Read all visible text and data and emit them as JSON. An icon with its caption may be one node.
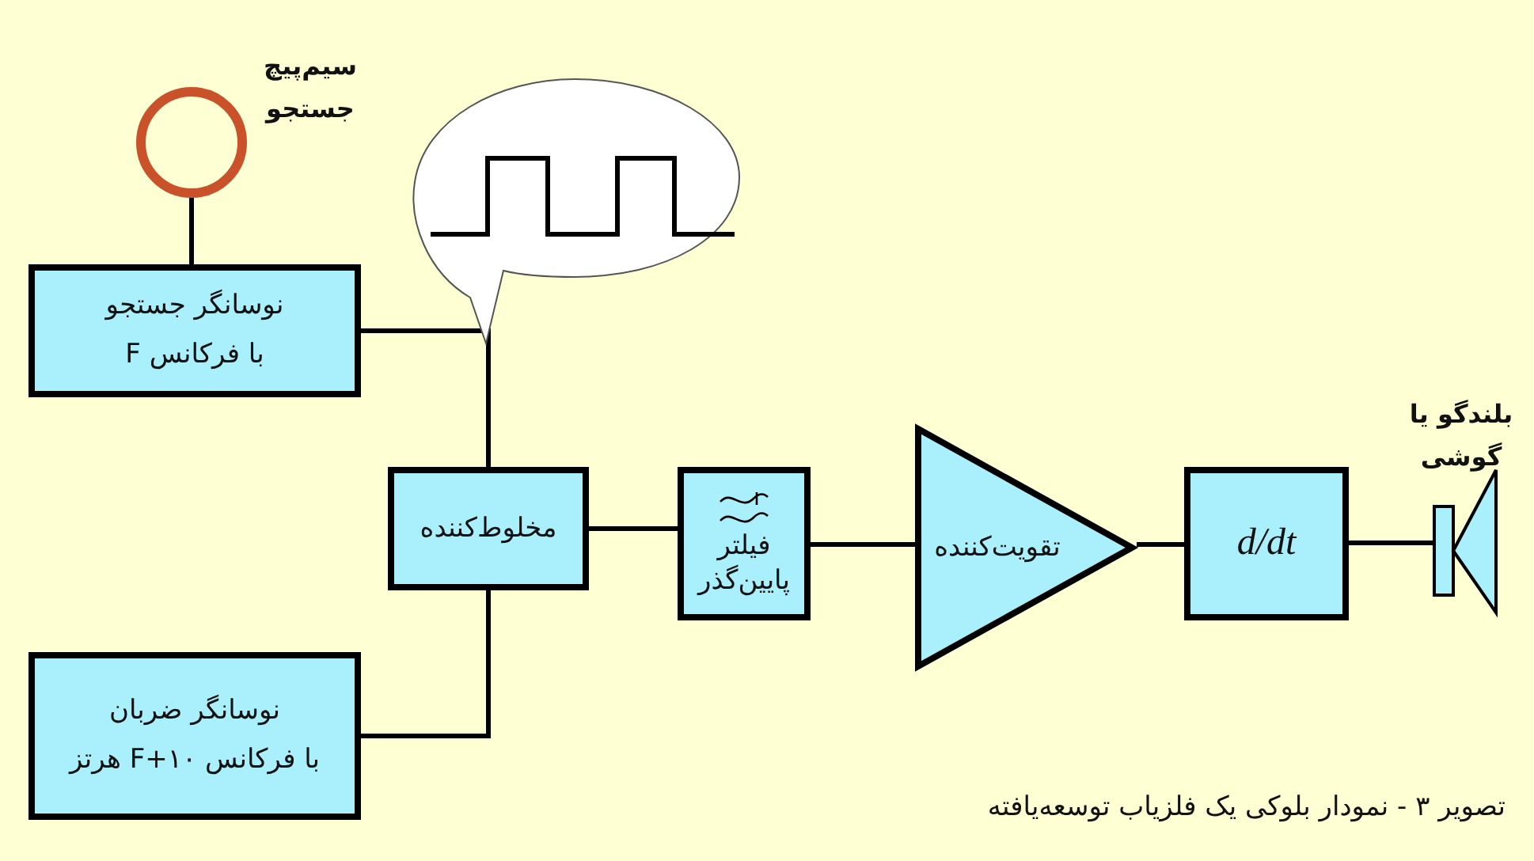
{
  "diagram": {
    "caption": "تصویر ۳ - نمودار بلوکی یک فلزیاب توسعه‌یافته",
    "nodes": [
      {
        "text": [],
        "shape": "circle",
        "beside": [
          "سیم‌پیچ جستجو"
        ]
      },
      {
        "text": [
          "نوسانگر جستجو",
          "با فرکانس F"
        ]
      },
      {
        "text": [
          "مخلوط‌کننده"
        ]
      },
      {
        "text": [
          "نوسانگر ضربان",
          "با فرکانس F+۱۰ هرتز"
        ]
      },
      {
        "text": [
          "فیلتر پایین‌گذر"
        ]
      },
      {
        "text": [
          "تقویت‌کننده"
        ]
      },
      {
        "text": [
          "d/dt"
        ]
      },
      {
        "text": [],
        "shape": "speaker",
        "beside": [
          "بلندگو یا گوشی"
        ]
      }
    ],
    "edges": [
      {
        "from": 0,
        "to": 1,
        "arrow": "none"
      },
      {
        "from": 1,
        "to": 2,
        "arrow": "none"
      },
      {
        "from": 3,
        "to": 2,
        "arrow": "none"
      },
      {
        "from": 2,
        "to": 4,
        "arrow": "none"
      },
      {
        "from": 4,
        "to": 5,
        "arrow": "none"
      },
      {
        "from": 5,
        "to": 6,
        "arrow": "none"
      },
      {
        "from": 6,
        "to": 7,
        "arrow": "none"
      }
    ]
  }
}
